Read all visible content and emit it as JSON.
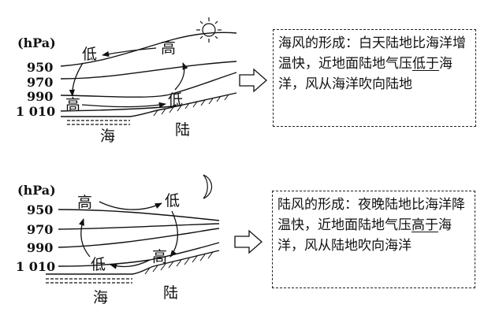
{
  "panels": {
    "sea": {
      "unit": "(hPa)",
      "levels": [
        "950",
        "970",
        "990",
        "1 010"
      ],
      "high_upper": "高",
      "low_upper": "低",
      "high_surface": "高",
      "low_surface": "低",
      "sea_label": "海",
      "land_label": "陆",
      "sky_symbol": "sun-icon",
      "text_before": "海风的形成：白天陆地比海洋增温快，近地面陆地气压",
      "text_underlined": "低于",
      "text_after": "海洋，风从海洋吹向陆地"
    },
    "land": {
      "unit": "(hPa)",
      "levels": [
        "950",
        "970",
        "990",
        "1 010"
      ],
      "high_upper": "高",
      "low_upper": "低",
      "high_surface": "高",
      "low_surface": "低",
      "sea_label": "海",
      "land_label": "陆",
      "sky_symbol": "moon-icon",
      "text_before": "陆风的形成：夜晚陆地比海洋降温快，近地面陆地气压",
      "text_underlined": "高于",
      "text_after": "海洋，风从陆地吹向海洋"
    }
  }
}
